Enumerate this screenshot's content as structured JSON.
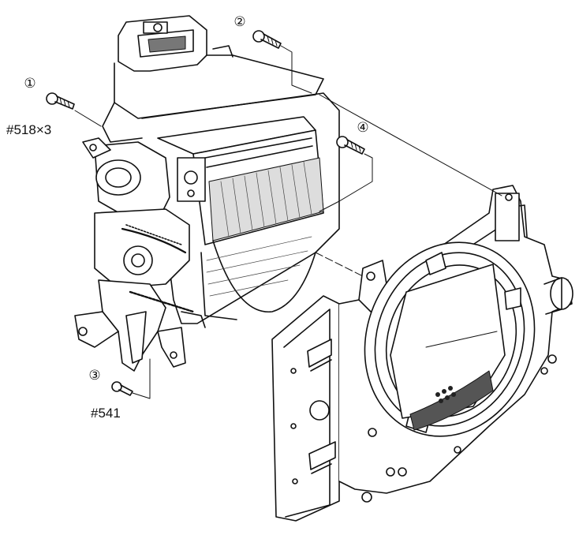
{
  "callouts": {
    "c1": "①",
    "c2": "②",
    "c3": "③",
    "c4": "④"
  },
  "part_numbers": {
    "screw1": "#518×3",
    "screw3": "#541"
  },
  "colors": {
    "line": "#111111",
    "background": "#ffffff",
    "shade": "#555555"
  }
}
